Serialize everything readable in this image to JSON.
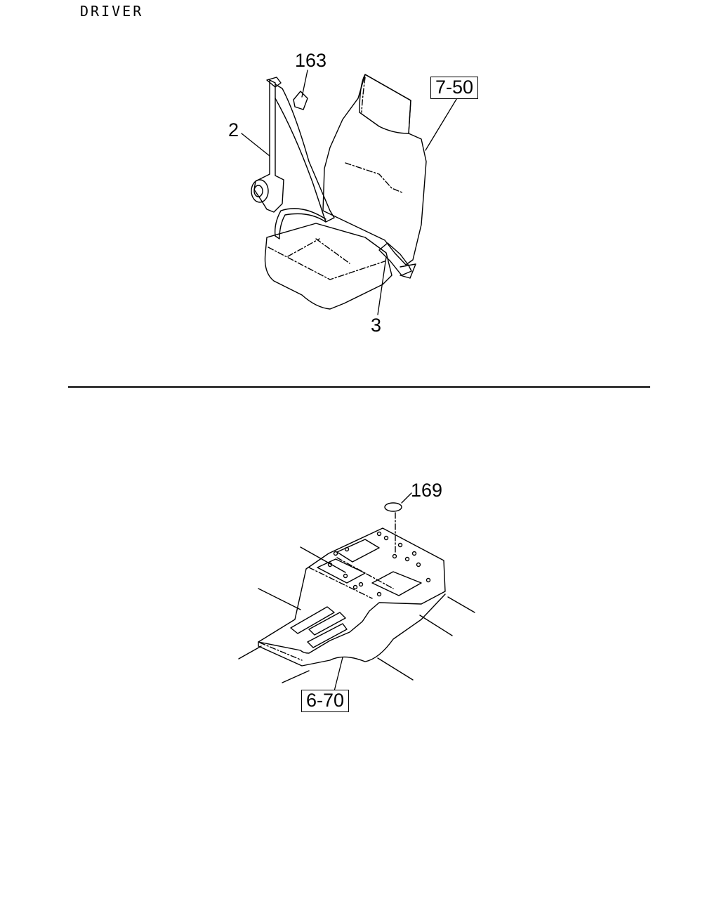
{
  "header": {
    "title": "DRIVER"
  },
  "seatbelt_diagram": {
    "callouts": [
      {
        "id": "163",
        "text": "163"
      },
      {
        "id": "2",
        "text": "2"
      },
      {
        "id": "3",
        "text": "3"
      }
    ],
    "reference": "7-50"
  },
  "console_diagram": {
    "callouts": [
      {
        "id": "169",
        "text": "169"
      }
    ],
    "reference": "6-70"
  }
}
